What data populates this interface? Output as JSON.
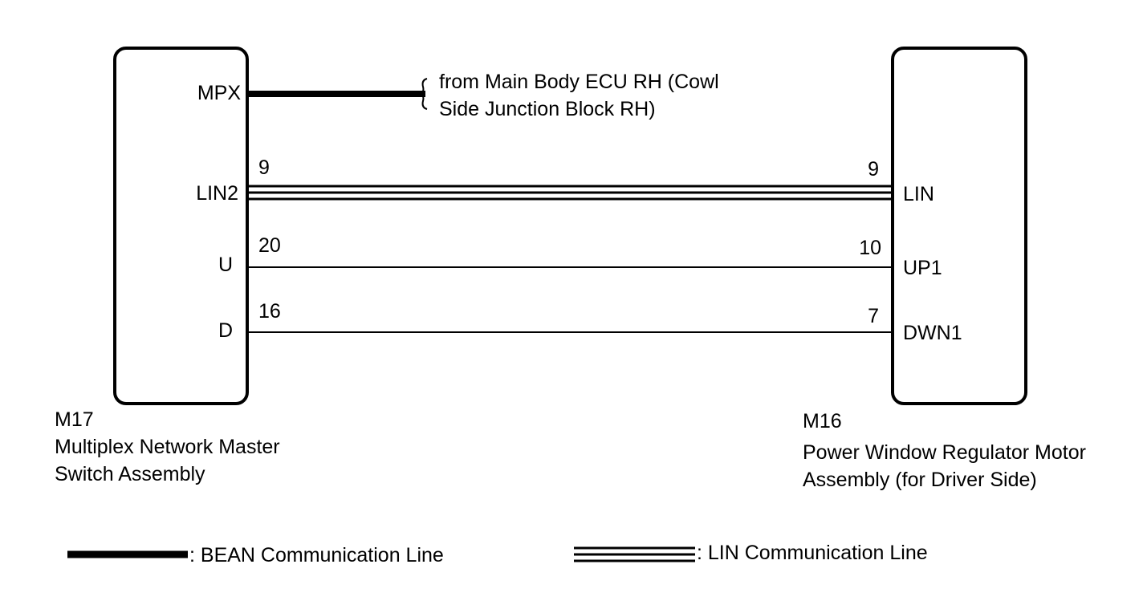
{
  "left_component": {
    "code": "M17",
    "name_line1": "Multiplex Network Master",
    "name_line2": "Switch Assembly",
    "pins": {
      "mpx": "MPX",
      "lin2": "LIN2",
      "u": "U",
      "d": "D"
    },
    "pin_numbers": {
      "lin2": "9",
      "u": "20",
      "d": "16"
    }
  },
  "right_component": {
    "code": "M16",
    "name_line1": "Power Window Regulator Motor",
    "name_line2": "Assembly (for Driver Side)",
    "pins": {
      "lin": "LIN",
      "up1": "UP1",
      "dwn1": "DWN1"
    },
    "pin_numbers": {
      "lin": "9",
      "up1": "10",
      "dwn1": "7"
    }
  },
  "mpx_destination": {
    "line1": "from Main Body ECU RH (Cowl",
    "line2": "Side Junction Block RH)"
  },
  "legend": {
    "bean": ": BEAN Communication Line",
    "lin": ": LIN Communication Line"
  },
  "colors": {
    "ink": "#000000",
    "background": "#ffffff"
  }
}
